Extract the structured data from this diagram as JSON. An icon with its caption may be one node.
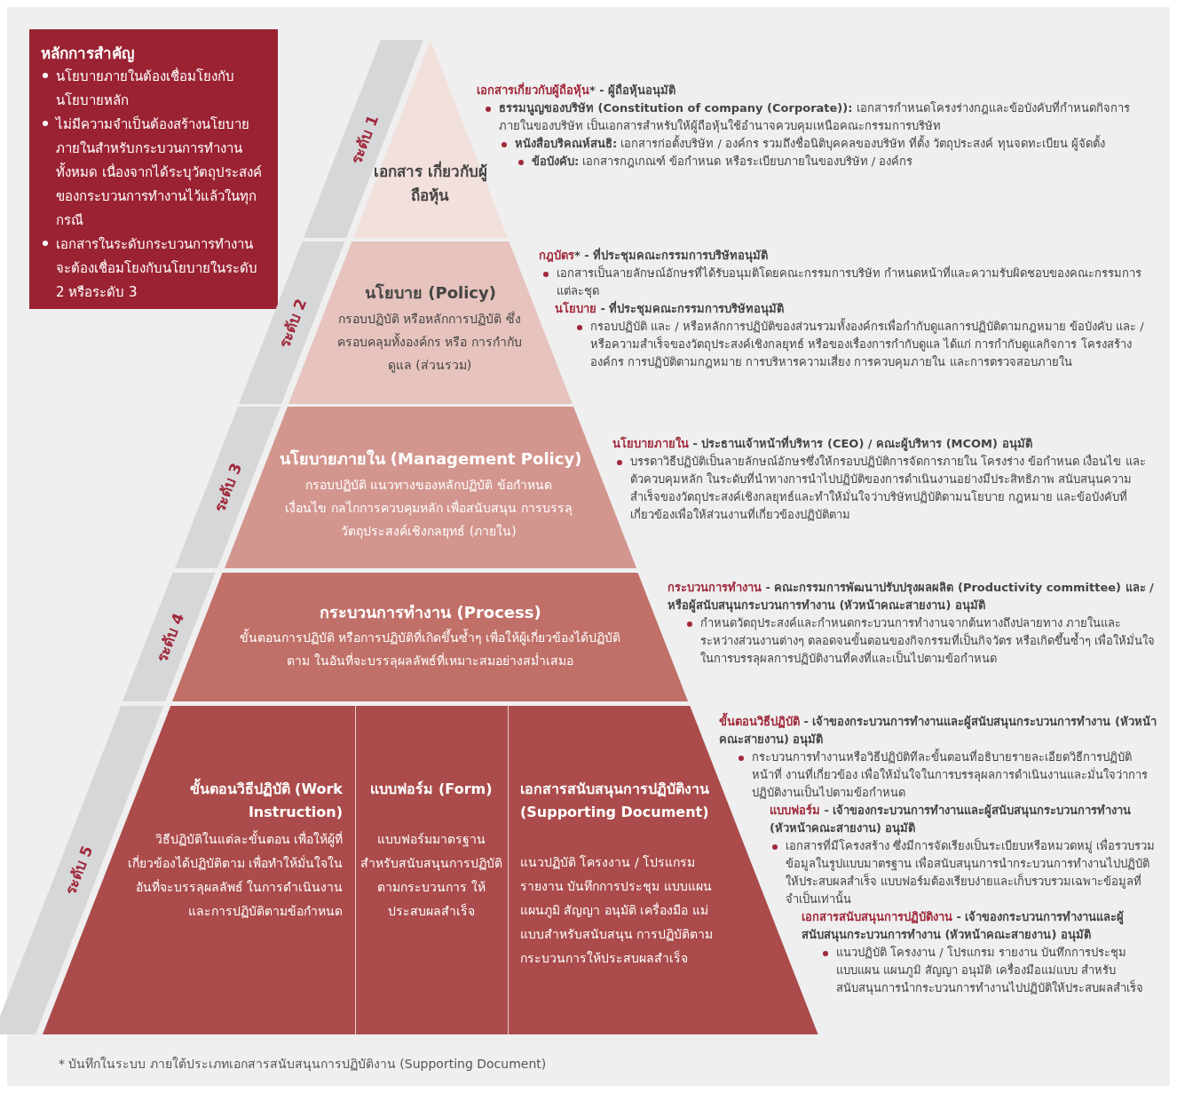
{
  "diagram": {
    "caption": "* บันทึกในระบบ ภายใต้ประเภทเอกสารสนับสนุนการปฏิบัติงาน (Supporting Document)",
    "nodes": [
      {
        "text": [
          "หลักการสำคัญ",
          "นโยบายภายในต้องเชื่อมโยงกับนโยบายหลัก",
          "ไม่มีความจำเป็นต้องสร้างนโยบายภายในสำหรับกระบวนการทำงานทั้งหมด เนื่องจากได้ระบุวัตถุประสงค์ของกระบวนการทำงานไว้แล้วในทุกกรณี",
          "เอกสารในระดับกระบวนการทำงานจะต้องเชื่อมโยงกับนโยบายในระดับ 2 หรือระดับ 3"
        ]
      },
      {
        "text": [
          "ระดับ 1"
        ]
      },
      {
        "text": [
          "เอกสาร เกี่ยวกับผู้ถือหุ้น"
        ],
        "beside": [
          "**เอกสารเกี่ยวกับผู้ถือหุ้น*** - ผู้ถือหุ้นอนุมัติ",
          "**ธรรมนูญของบริษัท (Constitution of company (Corporate)):** เอกสารกำหนดโครงร่างกฎและข้อบังคับที่กำหนดกิจการภายในของบริษัท เป็นเอกสารสำหรับให้ผู้ถือหุ้นใช้อำนาจควบคุมเหนือคณะกรรมการบริษัท",
          "**หนังสือบริคณห์สนธิ:** เอกสารก่อตั้งบริษัท / องค์กร รวมถึงชื่อนิติบุคคลของบริษัท ที่ตั้ง วัตถุประสงค์ ทุนจดทะเบียน ผู้จัดตั้ง",
          "**ข้อบังคับ:** เอกสารกฎเกณฑ์ ข้อกำหนด หรือระเบียบภายในของบริษัท / องค์กร"
        ]
      },
      {
        "text": [
          "ระดับ 2"
        ]
      },
      {
        "text": [
          "นโยบาย (Policy)",
          "กรอบปฏิบัติ หรือหลักการปฏิบัติ ซึ่งครอบคลุมทั้งองค์กร หรือ การกำกับดูแล (ส่วนรวม)"
        ],
        "beside": [
          "**กฎบัตร*** - ที่ประชุมคณะกรรมการบริษัทอนุมัติ",
          "เอกสารเป็นลายลักษณ์อักษรที่ได้รับอนุมติโดยคณะกรรมการบริษัท กำหนดหน้าที่และความรับผิดชอบของคณะกรรมการแต่ละชุด",
          "**นโยบาย** - ที่ประชุมคณะกรรมการบริษัทอนุมัติ",
          "กรอบปฏิบัติ และ / หรือหลักการปฏิบัติของส่วนรวมทั้งองค์กรเพื่อกำกับดูแลการปฏิบัติตามกฎหมาย ข้อบังคับ และ / หรือความสำเร็จของวัตถุประสงค์เชิงกลยุทธ์ หรือของเรื่องการกำกับดูแล ได้แก่ การกำกับดูแลกิจการ โครงสร้างองค์กร การปฏิบัติตามกฎหมาย การบริหารความเสี่ยง การควบคุมภายใน และการตรวจสอบภายใน"
        ]
      },
      {
        "text": [
          "ระดับ 3"
        ]
      },
      {
        "text": [
          "นโยบายภายใน (Management Policy)",
          "กรอบปฏิบัติ แนวทางของหลักปฏิบัติ ข้อกำหนด เงื่อนไข กลไกการควบคุมหลัก เพื่อสนับสนุน การบรรลุวัตถุประสงค์เชิงกลยุทธ์ (ภายใน)"
        ],
        "beside": [
          "**นโยบายภายใน** - ประธานเจ้าหน้าที่บริหาร (CEO) / คณะผู้บริหาร (MCOM) อนุมัติ",
          "บรรดาวิธีปฏิบัติเป็นลายลักษณ์อักษรซึ่งให้กรอบปฏิบัติการจัดการภายใน โครงร่าง ข้อกำหนด เงื่อนไข และตัวควบคุมหลัก ในระดับที่นำทางการนำไปปฏิบัติของการดำเนินงานอย่างมีประสิทธิภาพ สนับสนุนความสำเร็จของวัตถุประสงค์เชิงกลยุทธ์และทำให้มั่นใจว่าบริษัทปฏิบัติตามนโยบาย กฎหมาย และข้อบังคับที่เกี่ยวข้องเพื่อให้ส่วนงานที่เกี่ยวข้องปฏิบัติตาม"
        ]
      },
      {
        "text": [
          "ระดับ 4"
        ]
      },
      {
        "text": [
          "กระบวนการทำงาน (Process)",
          "ขั้นตอนการปฏิบัติ หรือการปฏิบัติที่เกิดขึ้นซ้ำๆ เพื่อให้ผู้เกี่ยวข้องได้ปฏิบัติตาม ในอันที่จะบรรลุผลลัพธ์ที่เหมาะสมอย่างสม่ำเสมอ"
        ],
        "beside": [
          "**กระบวนการทำงาน** - คณะกรรมการพัฒนาปรับปรุงผลผลิต (Productivity committee) และ / หรือผู้สนับสนุนกระบวนการทำงาน (หัวหน้าคณะสายงาน) อนุมัติ",
          "กำหนดวัตถุประสงค์และกำหนดกระบวนการทำงานจากต้นทางถึงปลายทาง ภายในและระหว่างส่วนงานต่างๆ ตลอดจนขั้นตอนของกิจกรรมที่เป็นกิจวัตร หรือเกิดขึ้นซ้ำๆ เพื่อให้มั่นใจในการบรรลุผลการปฏิบัติงานที่คงที่และเป็นไปตามข้อกำหนด"
        ]
      },
      {
        "text": [
          "ระดับ 5"
        ]
      },
      {
        "text": [],
        "shape": "box",
        "beside": [
          "**ขั้นตอนวิธีปฏิบัติ** - เจ้าของกระบวนการทำงานและผู้สนับสนุนกระบวนการทำงาน (หัวหน้าคณะสายงาน) อนุมัติ",
          "กระบวนการทำงานหรือวิธีปฏิบัติทีละขั้นตอนที่อธิบายรายละเอียดวิธีการปฏิบัติหน้าที่ งานที่เกี่ยวข้อง เพื่อให้มั่นใจในการบรรลุผลการดำเนินงานและมั่นใจว่าการปฏิบัติงานเป็นไปตามข้อกำหนด",
          "**แบบฟอร์ม** - เจ้าของกระบวนการทำงานและผู้สนับสนุนกระบวนการทำงาน (หัวหน้าคณะสายงาน) อนุมัติ",
          "เอกสารที่มีโครงสร้าง ซึ่งมีการจัดเรียงเป็นระเบียบหรือหมวดหมู่ เพื่อรวบรวมข้อมูลในรูปแบบมาตรฐาน เพื่อสนับสนุนการนำกระบวนการทำงานไปปฏิบัติให้ประสบผลสำเร็จ แบบฟอร์มต้องเรียบง่ายและเก็บรวบรวมเฉพาะข้อมูลที่จำเป็นเท่านั้น",
          "**เอกสารสนับสนุนการปฏิบัติงาน** - เจ้าของกระบวนการทำงานและผู้สนับสนุนกระบวนการทำงาน (หัวหน้าคณะสายงาน) อนุมัติ",
          "แนวปฏิบัติ โครงงาน / โปรแกรม รายงาน บันทึกการประชุม แบบแผน แผนภูมิ สัญญา อนุมัติ เครื่องมือแม่แบบ สำหรับสนับสนุนการนำกระบวนการทำงานไปปฏิบัติให้ประสบผลสำเร็จ"
        ]
      },
      {
        "text": [
          "ขั้นตอนวิธีปฏิบัติ (Work Instruction)",
          "วิธีปฏิบัติในแต่ละขั้นตอน เพื่อให้ผู้ที่เกี่ยวข้องได้ปฏิบัติตาม เพื่อทำให้มั่นใจในอันที่จะบรรลุผลลัพธ์ ในการดำเนินงาน และการปฏิบัติตามข้อกำหนด"
        ],
        "in": 10
      },
      {
        "text": [
          "แบบฟอร์ม (Form)",
          "แบบฟอร์มมาตรฐาน สำหรับสนับสนุนการปฏิบัติตามกระบวนการ ให้ประสบผลสำเร็จ"
        ],
        "in": 10
      },
      {
        "text": [
          "เอกสารสนับสนุนการปฏิบัติงาน (Supporting Document)",
          "แนวปฏิบัติ โครงงาน / โปรแกรม รายงาน บันทึกการประชุม แบบแผน แผนภูมิ สัญญา อนุมัติ เครื่องมือ แม่แบบสำหรับสนับสนุน การปฏิบัติตามกระบวนการให้ประสบผลสำเร็จ"
        ],
        "in": 10
      }
    ]
  }
}
